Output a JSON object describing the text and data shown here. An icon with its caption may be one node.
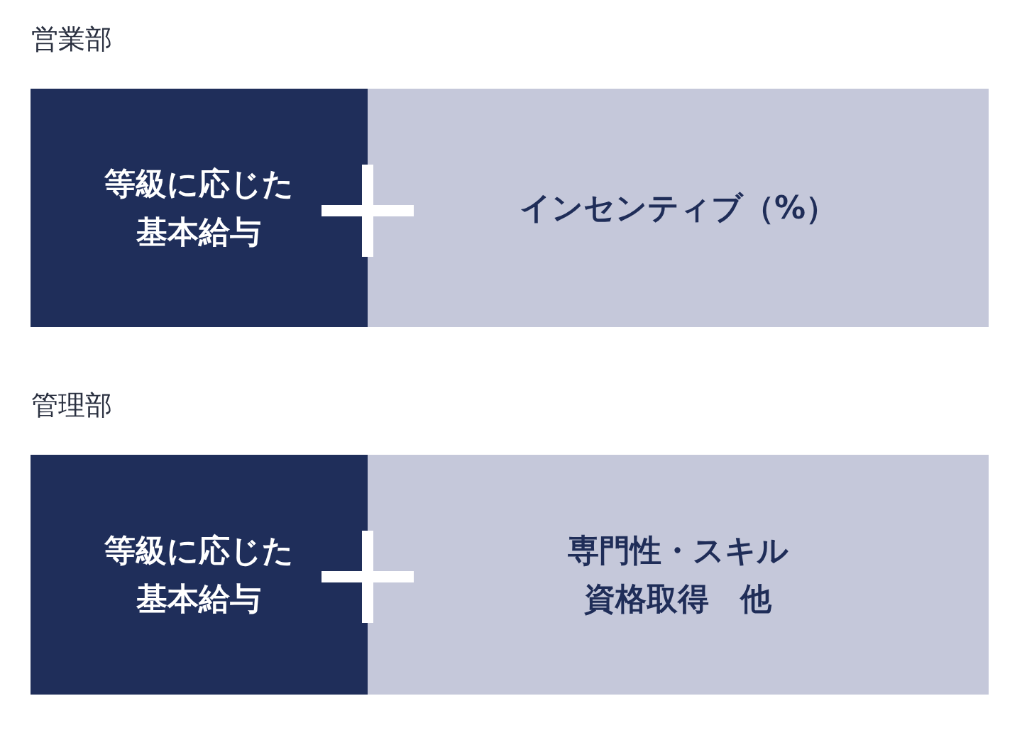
{
  "diagram": {
    "nodes": [
      {
        "text": [
          "等級に応じた基本給与"
        ]
      },
      {
        "text": [
          "インセンティブ（%）"
        ]
      },
      {
        "text": [
          "等級に応じた基本給与"
        ]
      },
      {
        "text": [
          "専門性・スキル資格取得　他"
        ]
      }
    ],
    "labels": [
      "営業部",
      "管理部"
    ]
  }
}
